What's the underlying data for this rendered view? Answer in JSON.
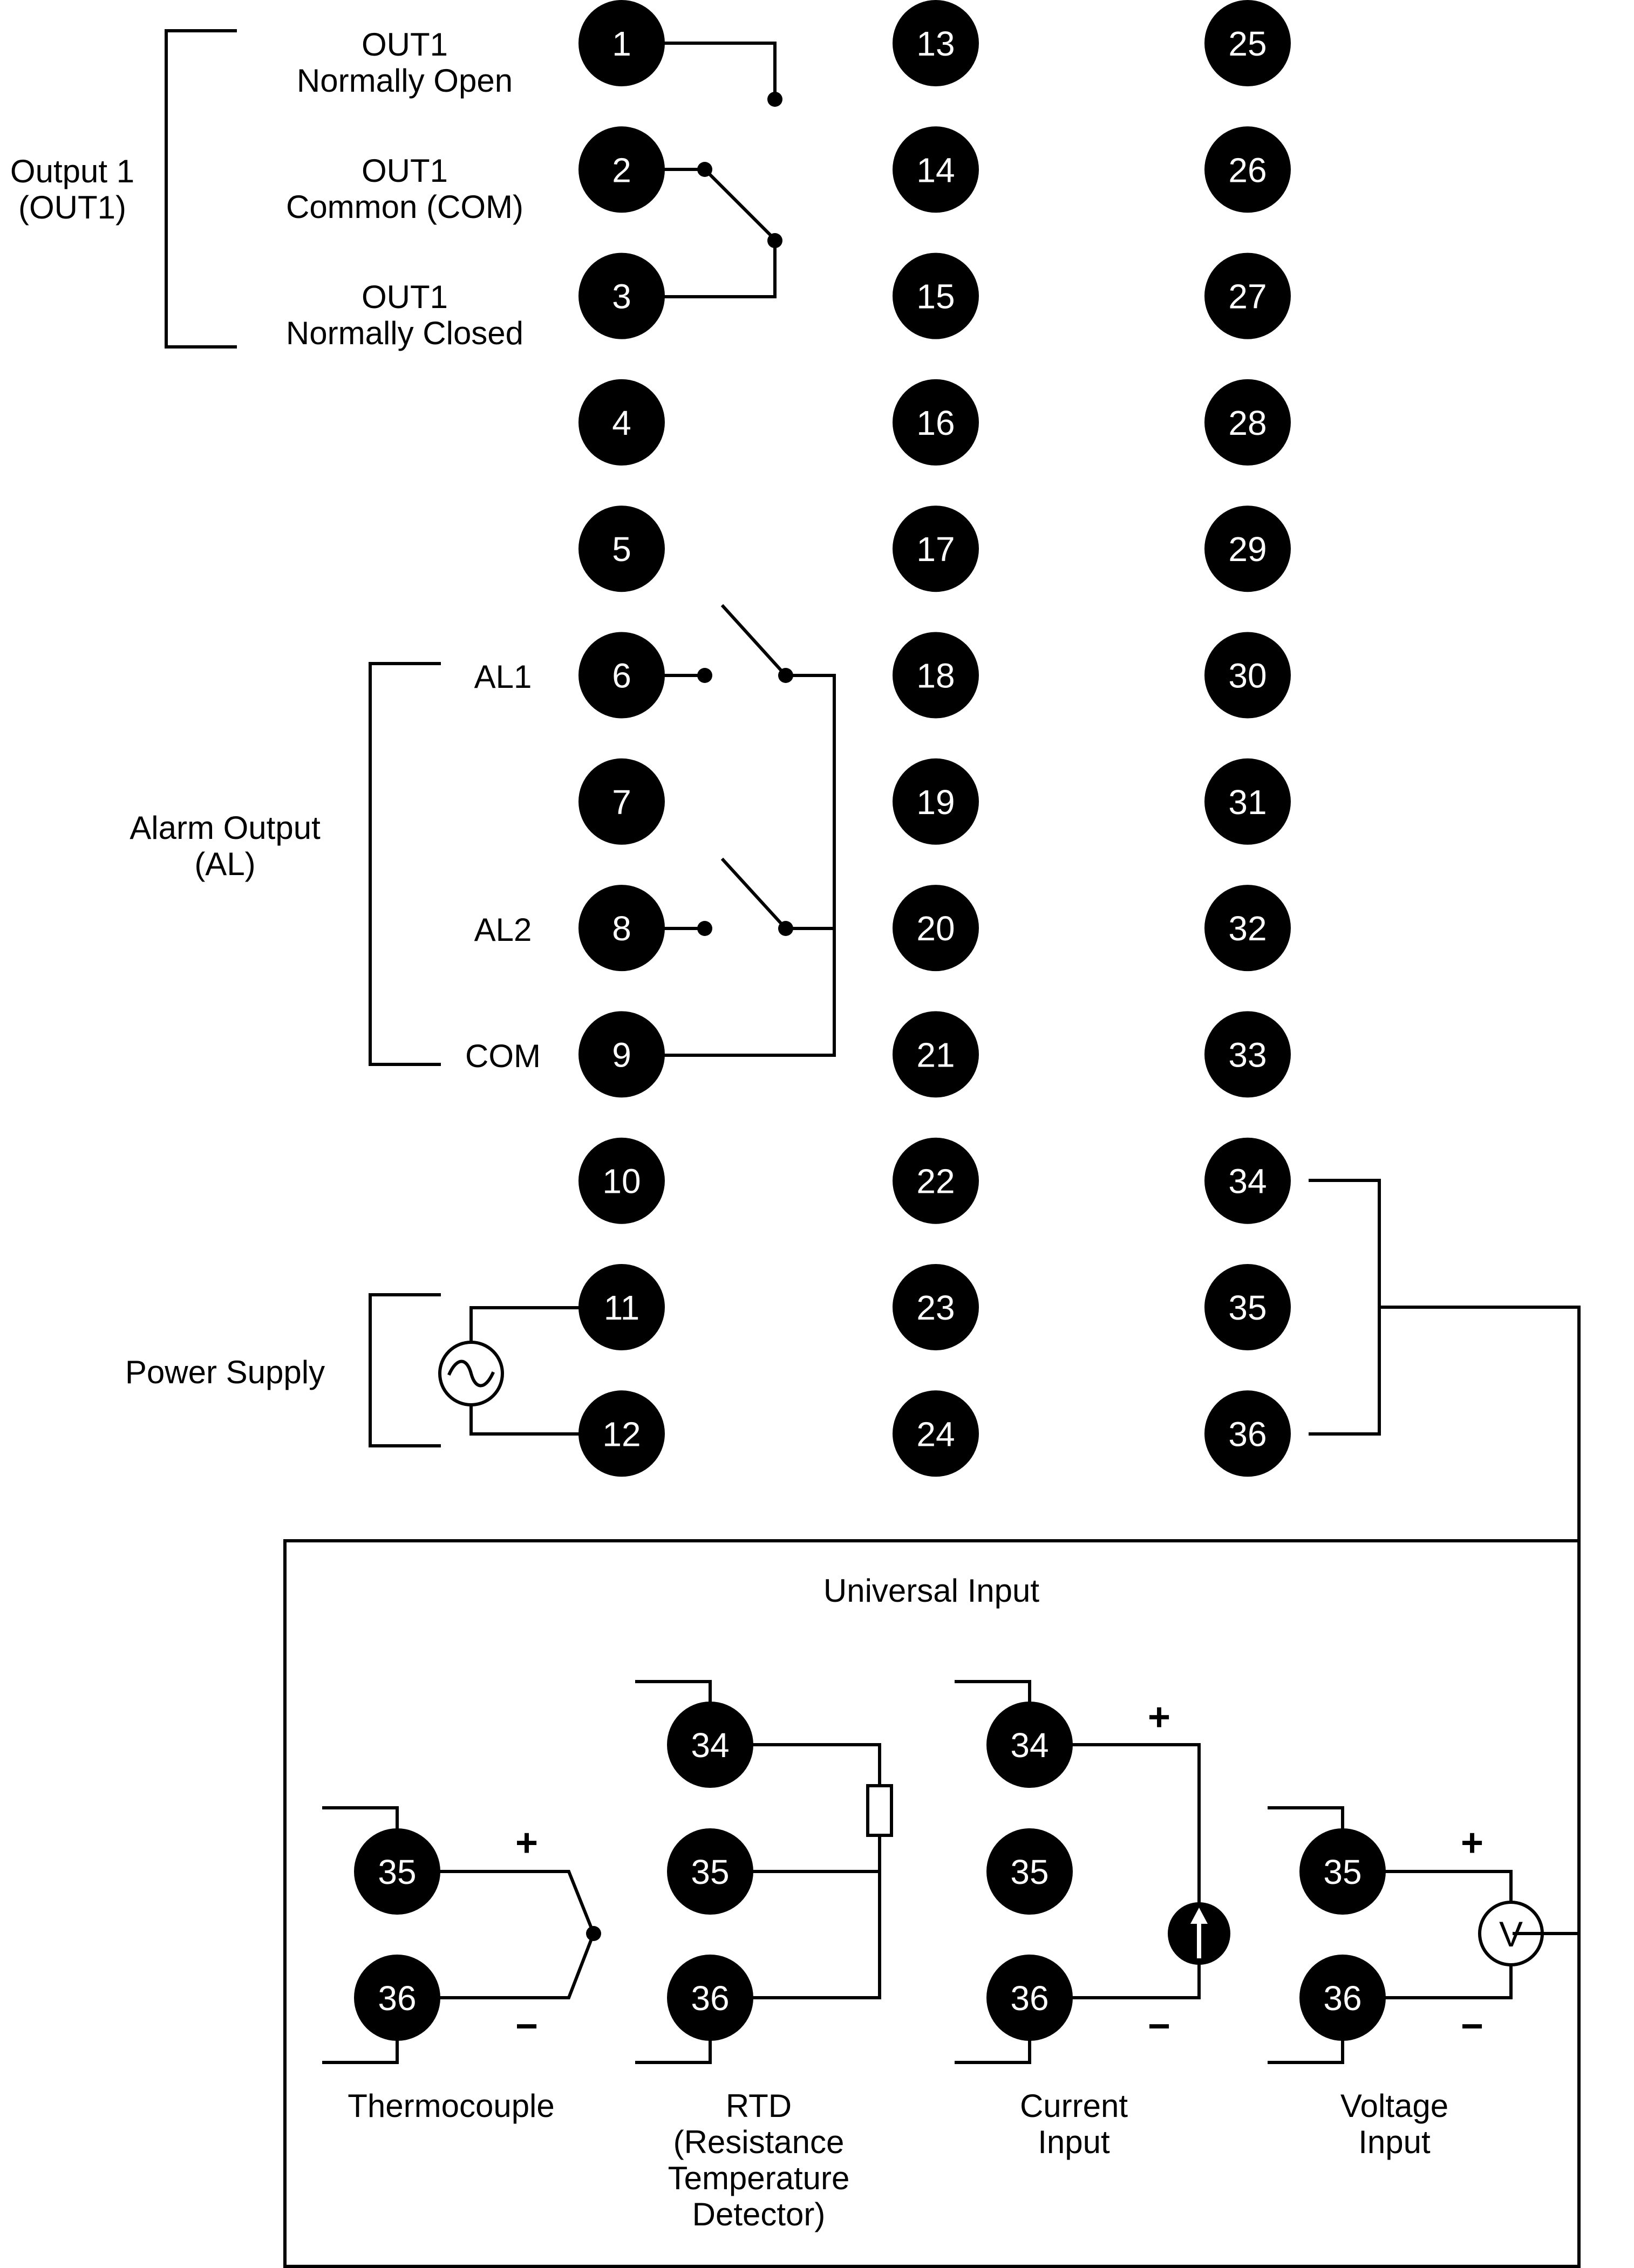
{
  "terminals": {
    "col1": [
      "1",
      "2",
      "3",
      "4",
      "5",
      "6",
      "7",
      "8",
      "9",
      "10",
      "11",
      "12"
    ],
    "col2": [
      "13",
      "14",
      "15",
      "16",
      "17",
      "18",
      "19",
      "20",
      "21",
      "22",
      "23",
      "24"
    ],
    "col3": [
      "25",
      "26",
      "27",
      "28",
      "29",
      "30",
      "31",
      "32",
      "33",
      "34",
      "35",
      "36"
    ]
  },
  "output1": {
    "group_label": [
      "Output 1",
      "(OUT1)"
    ],
    "no_label": [
      "OUT1",
      "Normally Open"
    ],
    "com_label": [
      "OUT1",
      "Common (COM)"
    ],
    "nc_label": [
      "OUT1",
      "Normally Closed"
    ]
  },
  "alarm": {
    "group_label": [
      "Alarm Output",
      "(AL)"
    ],
    "al1": "AL1",
    "al2": "AL2",
    "com": "COM"
  },
  "power": {
    "label": "Power Supply"
  },
  "universal_input": {
    "title": "Universal Input",
    "thermocouple": {
      "label": [
        "Thermocouple"
      ],
      "terminals": [
        "35",
        "36"
      ],
      "plus": "+",
      "minus": "−"
    },
    "rtd": {
      "label": [
        "RTD",
        "(Resistance",
        "Temperature",
        "Detector)"
      ],
      "terminals": [
        "34",
        "35",
        "36"
      ]
    },
    "current": {
      "label": [
        "Current",
        "Input"
      ],
      "terminals": [
        "34",
        "35",
        "36"
      ],
      "plus": "+",
      "minus": "−"
    },
    "voltage": {
      "label": [
        "Voltage",
        "Input"
      ],
      "terminals": [
        "35",
        "36"
      ],
      "plus": "+",
      "minus": "−",
      "meter": "V"
    }
  }
}
